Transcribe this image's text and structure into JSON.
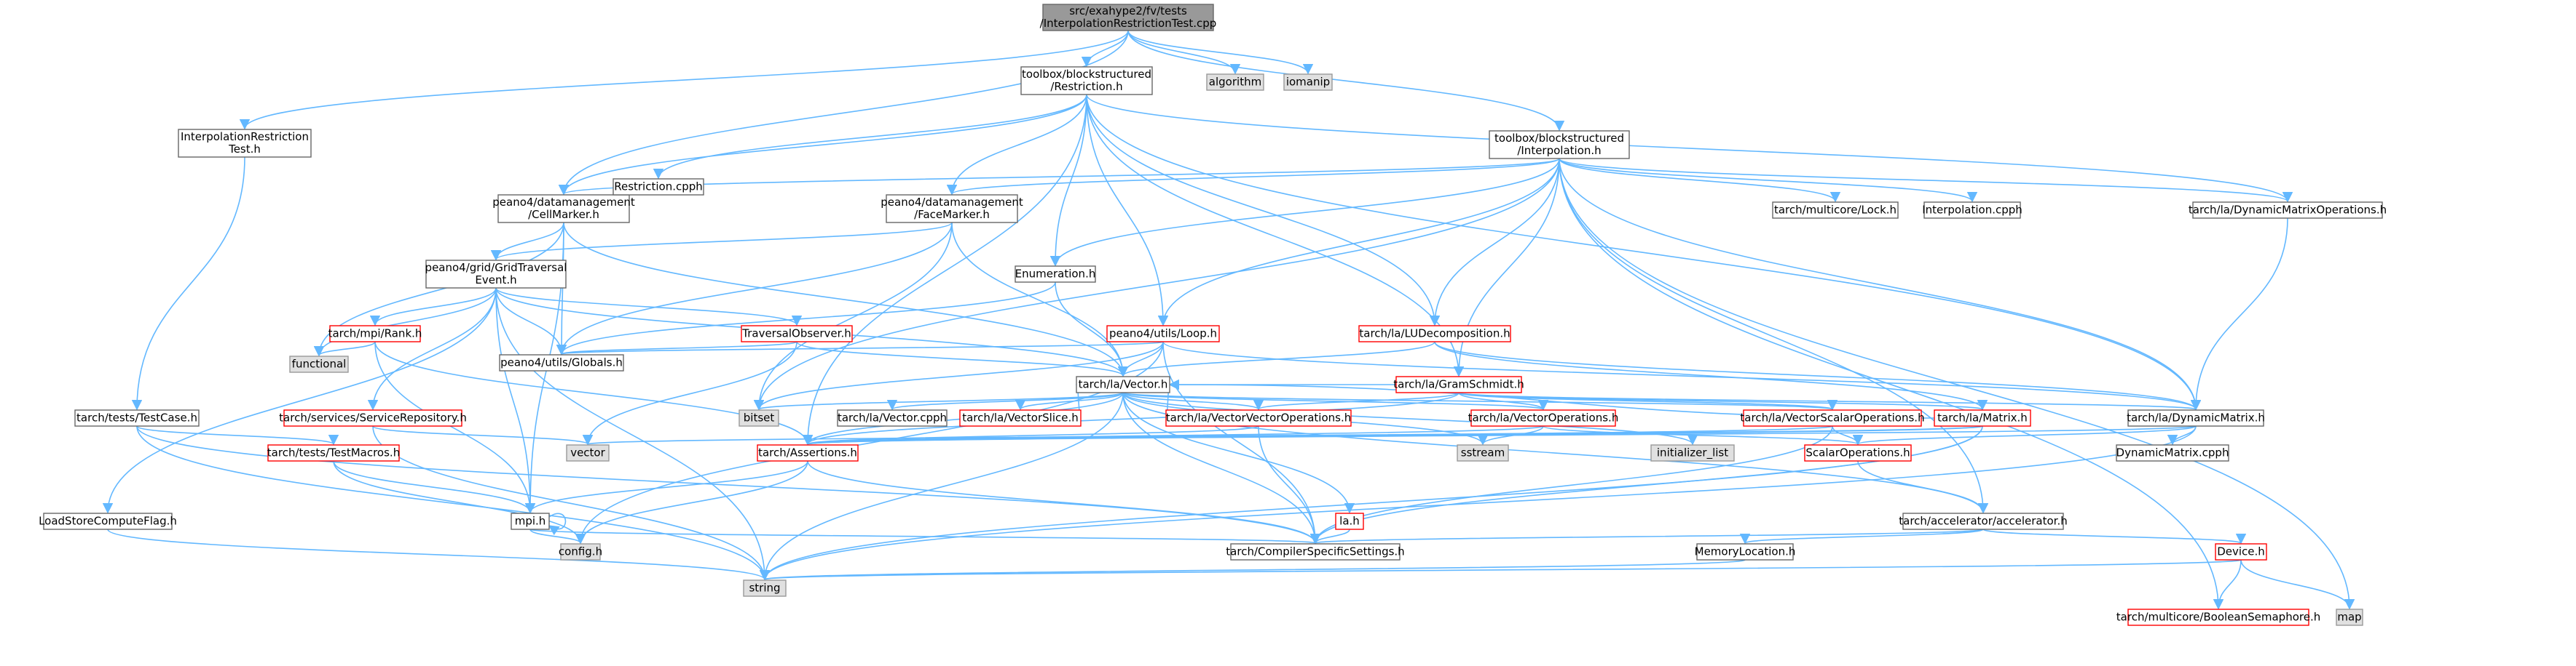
{
  "nodes": [
    {
      "id": "root",
      "lines": [
        "src/exahype2/fv/tests",
        "/InterpolationRestrictionTest.cpp"
      ],
      "kind": "root"
    },
    {
      "id": "irt",
      "lines": [
        "InterpolationRestriction",
        "Test.h"
      ],
      "kind": "plain"
    },
    {
      "id": "restrict",
      "lines": [
        "toolbox/blockstructured",
        "/Restriction.h"
      ],
      "kind": "plain"
    },
    {
      "id": "algorithm",
      "lines": [
        "algorithm"
      ],
      "kind": "gray"
    },
    {
      "id": "iomanip",
      "lines": [
        "iomanip"
      ],
      "kind": "gray"
    },
    {
      "id": "interp",
      "lines": [
        "toolbox/blockstructured",
        "/Interpolation.h"
      ],
      "kind": "plain"
    },
    {
      "id": "cellmarker",
      "lines": [
        "peano4/datamanagement",
        "/CellMarker.h"
      ],
      "kind": "plain"
    },
    {
      "id": "restcpp",
      "lines": [
        "Restriction.cpph"
      ],
      "kind": "plain"
    },
    {
      "id": "facemarker",
      "lines": [
        "peano4/datamanagement",
        "/FaceMarker.h"
      ],
      "kind": "plain"
    },
    {
      "id": "gridtrav",
      "lines": [
        "peano4/grid/GridTraversal",
        "Event.h"
      ],
      "kind": "plain"
    },
    {
      "id": "enumeration",
      "lines": [
        "Enumeration.h"
      ],
      "kind": "plain"
    },
    {
      "id": "lock",
      "lines": [
        "tarch/multicore/Lock.h"
      ],
      "kind": "plain"
    },
    {
      "id": "interpcpp",
      "lines": [
        "Interpolation.cpph"
      ],
      "kind": "plain"
    },
    {
      "id": "dynmatops",
      "lines": [
        "tarch/la/DynamicMatrixOperations.h"
      ],
      "kind": "plain"
    },
    {
      "id": "mpirank",
      "lines": [
        "tarch/mpi/Rank.h"
      ],
      "kind": "red"
    },
    {
      "id": "traversal",
      "lines": [
        "TraversalObserver.h"
      ],
      "kind": "red"
    },
    {
      "id": "loop",
      "lines": [
        "peano4/utils/Loop.h"
      ],
      "kind": "red"
    },
    {
      "id": "lud",
      "lines": [
        "tarch/la/LUDecomposition.h"
      ],
      "kind": "red"
    },
    {
      "id": "functional",
      "lines": [
        "functional"
      ],
      "kind": "gray"
    },
    {
      "id": "globals",
      "lines": [
        "peano4/utils/Globals.h"
      ],
      "kind": "plain"
    },
    {
      "id": "vector",
      "lines": [
        "tarch/la/Vector.h"
      ],
      "kind": "plain"
    },
    {
      "id": "gram",
      "lines": [
        "tarch/la/GramSchmidt.h"
      ],
      "kind": "red"
    },
    {
      "id": "testcase",
      "lines": [
        "tarch/tests/TestCase.h"
      ],
      "kind": "plain"
    },
    {
      "id": "servrepo",
      "lines": [
        "tarch/services/ServiceRepository.h"
      ],
      "kind": "red"
    },
    {
      "id": "bitset",
      "lines": [
        "bitset"
      ],
      "kind": "gray"
    },
    {
      "id": "veccpph",
      "lines": [
        "tarch/la/Vector.cpph"
      ],
      "kind": "plain"
    },
    {
      "id": "vecslice",
      "lines": [
        "tarch/la/VectorSlice.h"
      ],
      "kind": "red"
    },
    {
      "id": "vvops",
      "lines": [
        "tarch/la/VectorVectorOperations.h"
      ],
      "kind": "red"
    },
    {
      "id": "vops",
      "lines": [
        "tarch/la/VectorOperations.h"
      ],
      "kind": "red"
    },
    {
      "id": "vsops",
      "lines": [
        "tarch/la/VectorScalarOperations.h"
      ],
      "kind": "red"
    },
    {
      "id": "matrix",
      "lines": [
        "tarch/la/Matrix.h"
      ],
      "kind": "red"
    },
    {
      "id": "dynmat",
      "lines": [
        "tarch/la/DynamicMatrix.h"
      ],
      "kind": "plain"
    },
    {
      "id": "testmacros",
      "lines": [
        "tarch/tests/TestMacros.h"
      ],
      "kind": "red"
    },
    {
      "id": "vectorstd",
      "lines": [
        "vector"
      ],
      "kind": "gray"
    },
    {
      "id": "assertions",
      "lines": [
        "tarch/Assertions.h"
      ],
      "kind": "red"
    },
    {
      "id": "sstream",
      "lines": [
        "sstream"
      ],
      "kind": "gray"
    },
    {
      "id": "initlist",
      "lines": [
        "initializer_list"
      ],
      "kind": "gray"
    },
    {
      "id": "scalarops",
      "lines": [
        "ScalarOperations.h"
      ],
      "kind": "red"
    },
    {
      "id": "dynmatcpp",
      "lines": [
        "DynamicMatrix.cpph"
      ],
      "kind": "plain"
    },
    {
      "id": "loadstore",
      "lines": [
        "LoadStoreComputeFlag.h"
      ],
      "kind": "plain"
    },
    {
      "id": "mpi",
      "lines": [
        "mpi.h"
      ],
      "kind": "plain"
    },
    {
      "id": "la",
      "lines": [
        "la.h"
      ],
      "kind": "red"
    },
    {
      "id": "accel",
      "lines": [
        "tarch/accelerator/accelerator.h"
      ],
      "kind": "plain"
    },
    {
      "id": "config",
      "lines": [
        "config.h"
      ],
      "kind": "gray"
    },
    {
      "id": "compiler",
      "lines": [
        "tarch/CompilerSpecificSettings.h"
      ],
      "kind": "plain"
    },
    {
      "id": "memloc",
      "lines": [
        "MemoryLocation.h"
      ],
      "kind": "plain"
    },
    {
      "id": "device",
      "lines": [
        "Device.h"
      ],
      "kind": "red"
    },
    {
      "id": "string",
      "lines": [
        "string"
      ],
      "kind": "gray"
    },
    {
      "id": "boolsem",
      "lines": [
        "tarch/multicore/BooleanSemaphore.h"
      ],
      "kind": "red"
    },
    {
      "id": "map",
      "lines": [
        "map"
      ],
      "kind": "gray"
    }
  ],
  "edges": [
    [
      "root",
      "irt"
    ],
    [
      "root",
      "restrict"
    ],
    [
      "root",
      "algorithm"
    ],
    [
      "root",
      "iomanip"
    ],
    [
      "root",
      "interp"
    ],
    [
      "root",
      "cellmarker"
    ],
    [
      "irt",
      "testcase"
    ],
    [
      "restrict",
      "cellmarker"
    ],
    [
      "restrict",
      "restcpp"
    ],
    [
      "restrict",
      "facemarker"
    ],
    [
      "restrict",
      "enumeration"
    ],
    [
      "restrict",
      "loop"
    ],
    [
      "restrict",
      "lud"
    ],
    [
      "restrict",
      "gram"
    ],
    [
      "restrict",
      "assertions"
    ],
    [
      "restrict",
      "dynmatops"
    ],
    [
      "restrict",
      "dynmat"
    ],
    [
      "interp",
      "cellmarker"
    ],
    [
      "interp",
      "facemarker"
    ],
    [
      "interp",
      "enumeration"
    ],
    [
      "interp",
      "lock"
    ],
    [
      "interp",
      "interpcpp"
    ],
    [
      "interp",
      "dynmatops"
    ],
    [
      "interp",
      "loop"
    ],
    [
      "interp",
      "lud"
    ],
    [
      "interp",
      "gram"
    ],
    [
      "interp",
      "dynmat"
    ],
    [
      "interp",
      "accel"
    ],
    [
      "interp",
      "boolsem"
    ],
    [
      "interp",
      "map"
    ],
    [
      "interp",
      "bitset"
    ],
    [
      "cellmarker",
      "gridtrav"
    ],
    [
      "cellmarker",
      "globals"
    ],
    [
      "cellmarker",
      "vector"
    ],
    [
      "cellmarker",
      "functional"
    ],
    [
      "cellmarker",
      "mpi"
    ],
    [
      "facemarker",
      "gridtrav"
    ],
    [
      "facemarker",
      "globals"
    ],
    [
      "facemarker",
      "vector"
    ],
    [
      "facemarker",
      "bitset"
    ],
    [
      "gridtrav",
      "mpirank"
    ],
    [
      "gridtrav",
      "traversal"
    ],
    [
      "gridtrav",
      "globals"
    ],
    [
      "gridtrav",
      "vector"
    ],
    [
      "gridtrav",
      "functional"
    ],
    [
      "gridtrav",
      "loadstore"
    ],
    [
      "gridtrav",
      "servrepo"
    ],
    [
      "gridtrav",
      "mpi"
    ],
    [
      "gridtrav",
      "string"
    ],
    [
      "enumeration",
      "vector"
    ],
    [
      "enumeration",
      "globals"
    ],
    [
      "dynmatops",
      "dynmat"
    ],
    [
      "mpirank",
      "functional"
    ],
    [
      "mpirank",
      "assertions"
    ],
    [
      "mpirank",
      "mpi"
    ],
    [
      "traversal",
      "globals"
    ],
    [
      "traversal",
      "vector"
    ],
    [
      "traversal",
      "vectorstd"
    ],
    [
      "loop",
      "globals"
    ],
    [
      "loop",
      "vector"
    ],
    [
      "loop",
      "bitset"
    ],
    [
      "loop",
      "config"
    ],
    [
      "loop",
      "compiler"
    ],
    [
      "loop",
      "dynmat"
    ],
    [
      "lud",
      "vector"
    ],
    [
      "lud",
      "matrix"
    ],
    [
      "lud",
      "dynmat"
    ],
    [
      "vector",
      "bitset"
    ],
    [
      "vector",
      "veccpph"
    ],
    [
      "vector",
      "vecslice"
    ],
    [
      "vector",
      "vvops"
    ],
    [
      "vector",
      "vops"
    ],
    [
      "vector",
      "vsops"
    ],
    [
      "vector",
      "assertions"
    ],
    [
      "vector",
      "sstream"
    ],
    [
      "vector",
      "initlist"
    ],
    [
      "vector",
      "la"
    ],
    [
      "vector",
      "accel"
    ],
    [
      "vector",
      "compiler"
    ],
    [
      "vector",
      "string"
    ],
    [
      "gram",
      "vector"
    ],
    [
      "gram",
      "matrix"
    ],
    [
      "gram",
      "vvops"
    ],
    [
      "gram",
      "vops"
    ],
    [
      "gram",
      "vsops"
    ],
    [
      "gram",
      "dynmat"
    ],
    [
      "gram",
      "assertions"
    ],
    [
      "testcase",
      "testmacros"
    ],
    [
      "testcase",
      "compiler"
    ],
    [
      "testcase",
      "string"
    ],
    [
      "servrepo",
      "vectorstd"
    ],
    [
      "servrepo",
      "string"
    ],
    [
      "vvops",
      "vector"
    ],
    [
      "vvops",
      "assertions"
    ],
    [
      "vvops",
      "compiler"
    ],
    [
      "vops",
      "assertions"
    ],
    [
      "vops",
      "scalarops"
    ],
    [
      "vops",
      "sstream"
    ],
    [
      "vsops",
      "assertions"
    ],
    [
      "vsops",
      "scalarops"
    ],
    [
      "vsops",
      "compiler"
    ],
    [
      "vecslice",
      "vector"
    ],
    [
      "matrix",
      "vector"
    ],
    [
      "matrix",
      "vectorstd"
    ],
    [
      "matrix",
      "assertions"
    ],
    [
      "matrix",
      "compiler"
    ],
    [
      "matrix",
      "string"
    ],
    [
      "dynmat",
      "dynmatcpp"
    ],
    [
      "dynmat",
      "scalarops"
    ],
    [
      "dynmat",
      "assertions"
    ],
    [
      "dynmat",
      "string"
    ],
    [
      "testmacros",
      "mpi"
    ],
    [
      "testmacros",
      "config"
    ],
    [
      "assertions",
      "mpi"
    ],
    [
      "assertions",
      "config"
    ],
    [
      "assertions",
      "compiler"
    ],
    [
      "scalarops",
      "accel"
    ],
    [
      "loadstore",
      "string"
    ],
    [
      "mpi",
      "mpi"
    ],
    [
      "mpi",
      "config"
    ],
    [
      "mpi",
      "compiler"
    ],
    [
      "la",
      "compiler"
    ],
    [
      "accel",
      "compiler"
    ],
    [
      "accel",
      "memloc"
    ],
    [
      "accel",
      "device"
    ],
    [
      "memloc",
      "string"
    ],
    [
      "device",
      "string"
    ],
    [
      "device",
      "boolsem"
    ],
    [
      "device",
      "map"
    ]
  ]
}
